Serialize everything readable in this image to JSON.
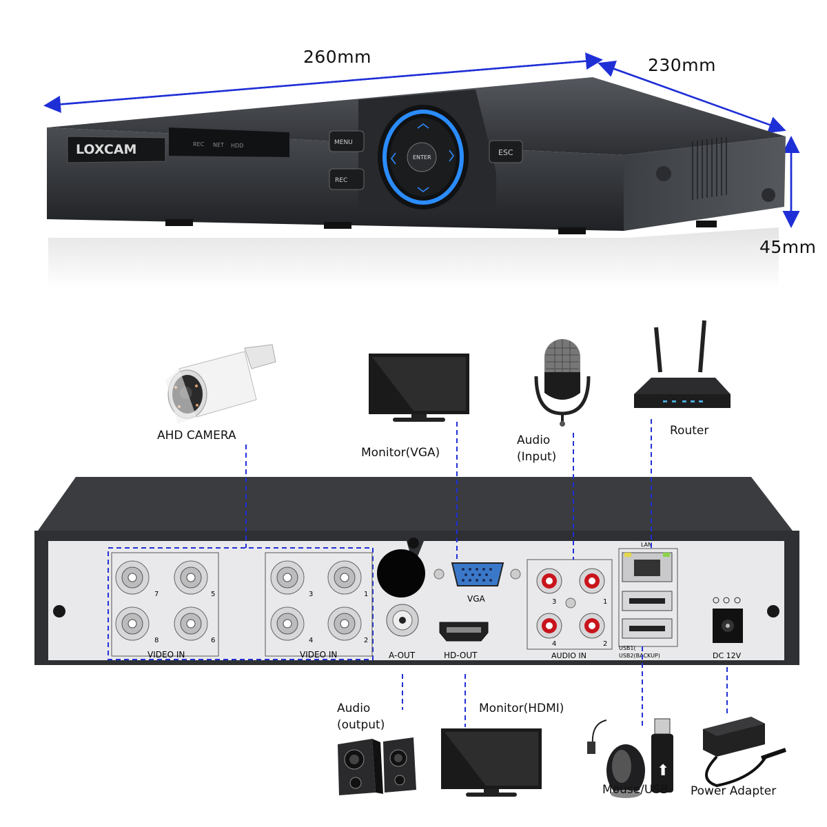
{
  "dimensions": {
    "width": "260mm",
    "depth": "230mm",
    "height": "45mm"
  },
  "front_panel": {
    "brand": "LOXCAM",
    "indicators": [
      "REC",
      "NET",
      "HDD"
    ],
    "buttons": {
      "menu": "MENU",
      "rec": "REC",
      "enter": "ENTER",
      "esc": "ESC"
    }
  },
  "devices": {
    "camera": "AHD CAMERA",
    "monitor_vga": "Monitor(VGA)",
    "audio_input": [
      "Audio",
      "(Input)"
    ],
    "router": "Router",
    "audio_output": [
      "Audio",
      "(output)"
    ],
    "monitor_hdmi": "Monitor(HDMI)",
    "mouse_usb": "Mouse/USB",
    "power_adapter": "Power Adapter"
  },
  "rear_panel": {
    "video_in_label": "VIDEO IN",
    "bnc_numbers_left": [
      "7",
      "5",
      "8",
      "6"
    ],
    "bnc_numbers_right": [
      "3",
      "1",
      "4",
      "2"
    ],
    "a_out": "A-OUT",
    "vga": "VGA",
    "hd_out": "HD-OUT",
    "audio_in": "AUDIO IN",
    "audio_numbers": [
      "3",
      "1",
      "4",
      "2"
    ],
    "lan": "LAN",
    "usb1": "USB1(",
    "usb2": "USB2(BACKUP)",
    "dc": "DC 12V"
  },
  "colors": {
    "accent": "#1f2fd6",
    "ring": "#2b8cff",
    "chassis": "#3a3d42",
    "panel": "#e8e8ea"
  }
}
